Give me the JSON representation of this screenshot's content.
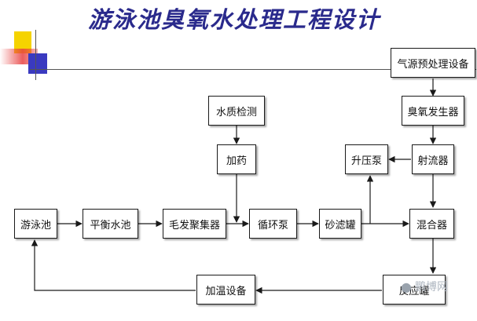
{
  "title": "游泳池臭氧水处理工程设计",
  "nodes": {
    "pretreatment": "气源预处理设备",
    "water_quality": "水质检测",
    "ozone_generator": "臭氧发生器",
    "dosing": "加药",
    "booster_pump": "升压泵",
    "ejector": "射流器",
    "pool": "游泳池",
    "balance_tank": "平衡水池",
    "hair_collector": "毛发聚集器",
    "circulation_pump": "循环泵",
    "sand_filter": "砂滤罐",
    "mixer": "混合器",
    "heater": "加温设备",
    "reaction_tank": "反应罐"
  },
  "watermark": {
    "text": "鹏博网",
    "icon": "wechat-bubble-icon"
  },
  "colors": {
    "title": "#2a2a8c",
    "line": "#1a1a1a",
    "deco_yellow": "#f5d300",
    "deco_red": "#e84040",
    "deco_blue": "#3a3ac0"
  }
}
